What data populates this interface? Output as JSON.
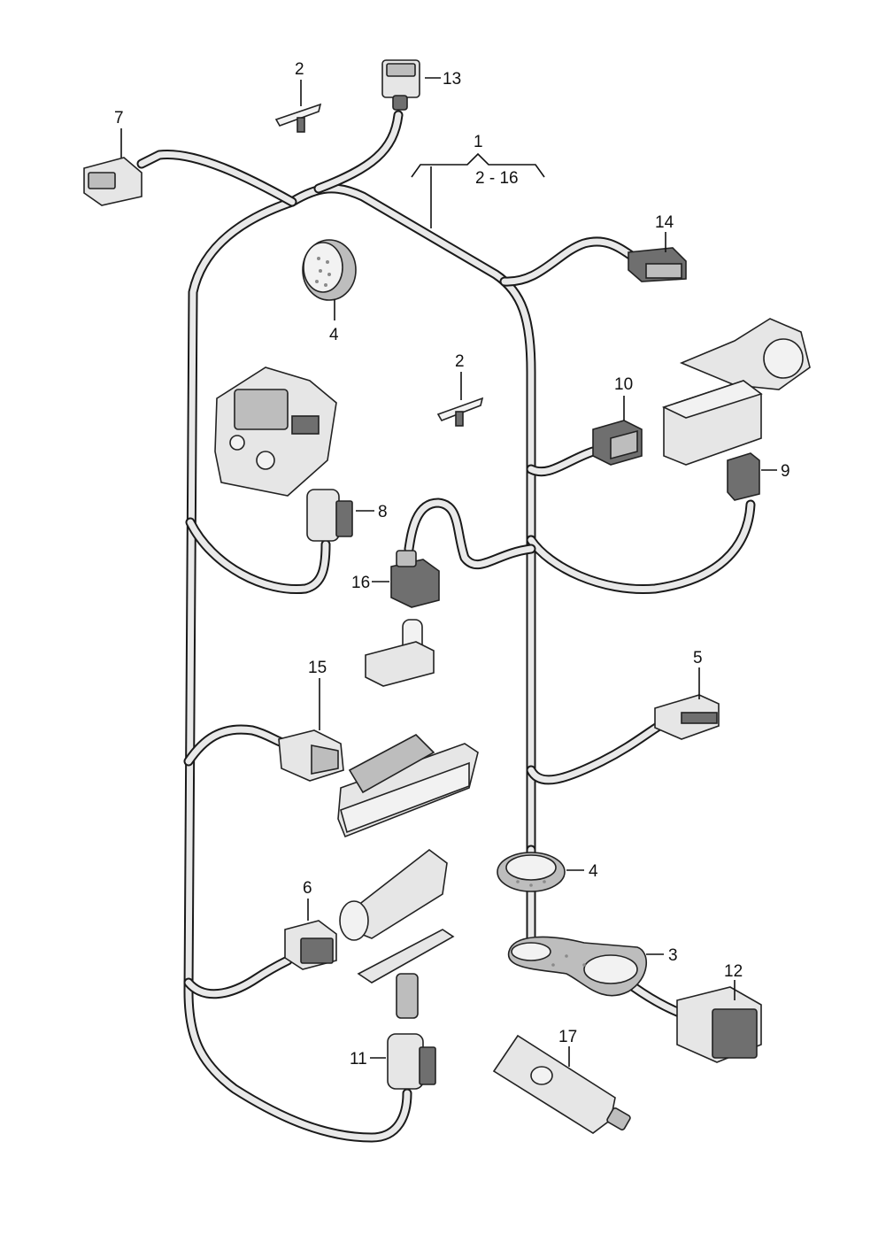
{
  "labels": {
    "main_harness": "1",
    "range": "2 - 16",
    "clip_top": "2",
    "clip_middle": "2",
    "grommet_upper": "4",
    "grommet_lower": "4",
    "grommet_seal": "3",
    "connector_5": "5",
    "connector_6": "6",
    "connector_7": "7",
    "connector_8": "8",
    "connector_9": "9",
    "connector_10": "10",
    "connector_11": "11",
    "connector_12": "12",
    "connector_13": "13",
    "connector_14": "14",
    "connector_15": "15",
    "connector_16": "16",
    "grease_tube": "17"
  },
  "colors": {
    "line": "#111111",
    "part_fill": "#e6e6e6",
    "part_shade": "#6f6f6f"
  }
}
